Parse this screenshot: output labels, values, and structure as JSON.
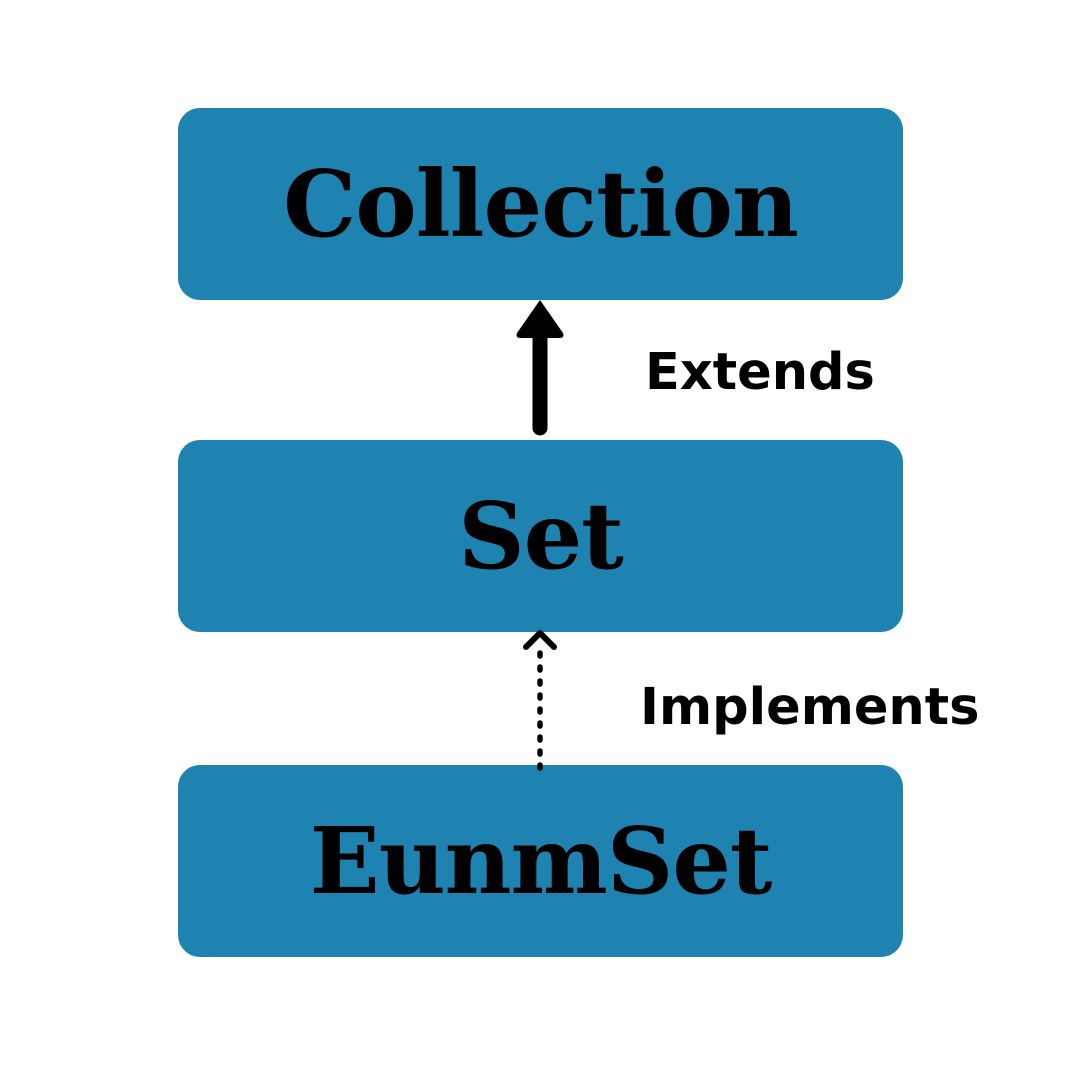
{
  "diagram": {
    "type": "class-hierarchy",
    "nodes": [
      {
        "id": "collection",
        "label": "Collection"
      },
      {
        "id": "set",
        "label": "Set"
      },
      {
        "id": "enumset",
        "label": "EunmSet"
      }
    ],
    "edges": [
      {
        "from": "set",
        "to": "collection",
        "label": "Extends",
        "style": "solid-arrow-up"
      },
      {
        "from": "enumset",
        "to": "set",
        "label": "Implements",
        "style": "dotted-arrow-up-open-head"
      }
    ]
  },
  "colors": {
    "node_fill": "#1E83B1",
    "node_text": "#000000",
    "edge_color": "#000000",
    "label_color": "#000000",
    "background": "#FFFFFF"
  }
}
